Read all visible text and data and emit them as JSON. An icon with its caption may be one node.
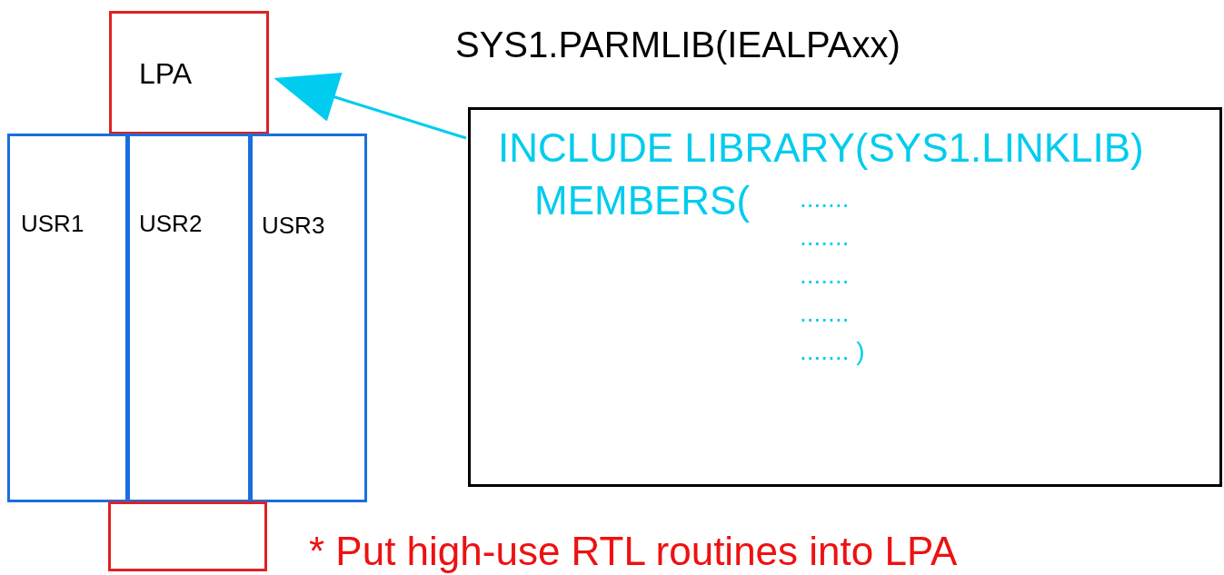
{
  "diagram": {
    "nodes": [
      {
        "text": [
          "LPA"
        ]
      },
      {
        "text": [
          "USR1"
        ]
      },
      {
        "text": [
          "USR2"
        ]
      },
      {
        "text": [
          "USR3"
        ]
      },
      {
        "text": [],
        "shape": "box"
      },
      {
        "text": [
          "SYS1.PARMLIB(IEALPAxx)",
          "INCLUDE LIBRARY(SYS1.LINKLIB)",
          "MEMBERS(",
          ".......",
          ".......",
          ".......",
          ".......",
          "....... )"
        ]
      }
    ],
    "edges": [
      {
        "from": 5,
        "to": 0,
        "arrow": "to"
      }
    ],
    "labels": [
      "* Put high-use RTL routines into LPA"
    ]
  }
}
